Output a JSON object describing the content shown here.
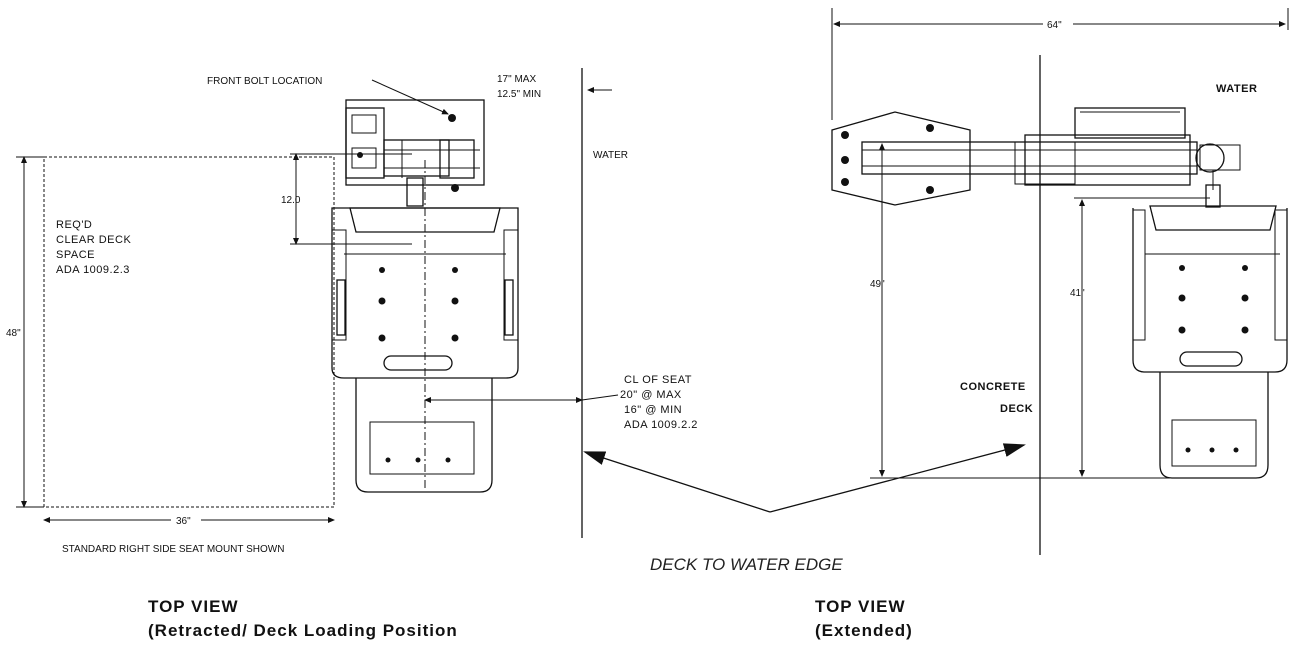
{
  "left_view": {
    "labels": {
      "front_bolt": "FRONT BOLT LOCATION",
      "max17": "17\" MAX",
      "min125": "12.5\" MIN",
      "water": "WATER",
      "dim120": "12.0",
      "req1": "REQ'D",
      "req2": "CLEAR DECK",
      "req3": "SPACE",
      "req4": "ADA 1009.2.3",
      "dim48": "48\"",
      "dim36": "36\"",
      "standard_note": "STANDARD RIGHT SIDE SEAT MOUNT SHOWN",
      "cl_seat": "CL OF SEAT",
      "max20": "20\" @ MAX",
      "min16": "16\" @ MIN",
      "ada1009_2_2": "ADA 1009.2.2"
    },
    "title_line1": "TOP VIEW",
    "title_line2": "(Retracted/ Deck Loading Position"
  },
  "right_view": {
    "labels": {
      "dim64": "64\"",
      "water": "WATER",
      "dim49": "49\"",
      "dim41": "41\"",
      "concrete": "CONCRETE",
      "deck": "DECK"
    },
    "title_line1": "TOP VIEW",
    "title_line2": "(Extended)"
  },
  "caption": "DECK TO WATER EDGE"
}
